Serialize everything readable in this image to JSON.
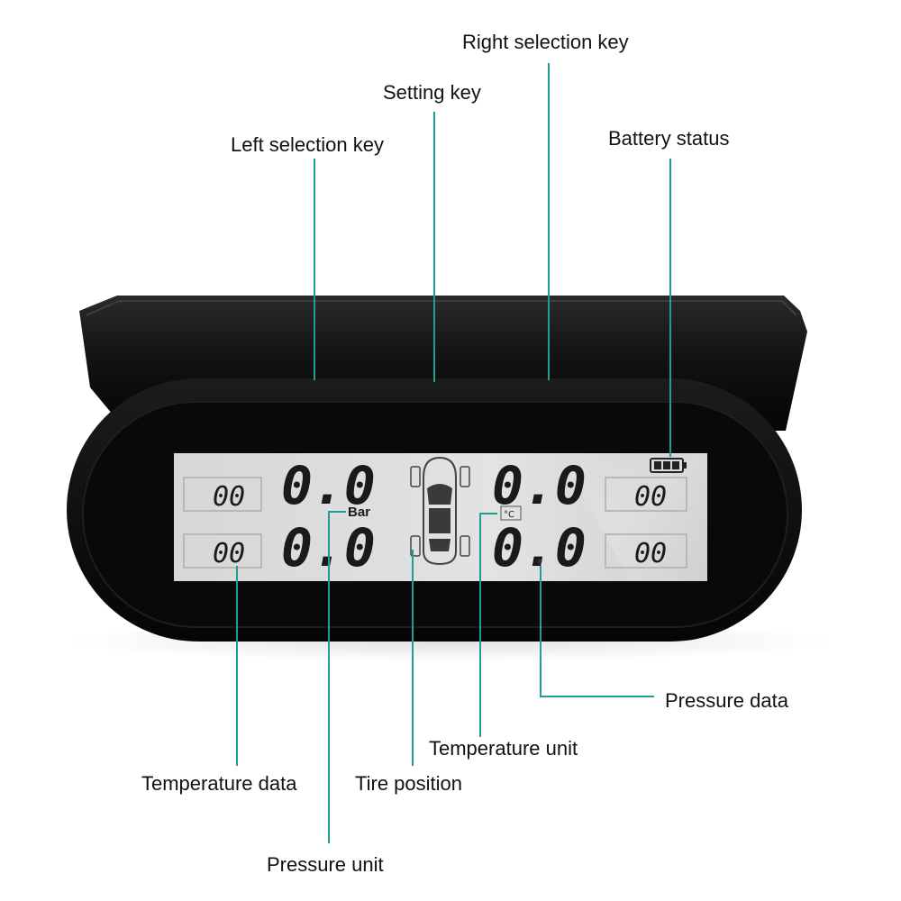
{
  "callouts": {
    "right_selection_key": "Right selection key",
    "setting_key": "Setting key",
    "left_selection_key": "Left selection key",
    "battery_status": "Battery status",
    "pressure_data": "Pressure data",
    "temperature_unit": "Temperature unit",
    "temperature_data": "Temperature data",
    "tire_position": "Tire position",
    "pressure_unit": "Pressure unit"
  },
  "display": {
    "pressure_fl": "0.0",
    "pressure_fr": "0.0",
    "pressure_rl": "0.0",
    "pressure_rr": "0.0",
    "temp_fl": "00",
    "temp_fr": "00",
    "temp_rl": "00",
    "temp_rr": "00",
    "pressure_unit": "Bar",
    "temperature_unit": "°C"
  },
  "colors": {
    "leader_line": "#1f9e93",
    "device_body": "#0c0c0c",
    "lcd_background": "#dcdddc"
  }
}
